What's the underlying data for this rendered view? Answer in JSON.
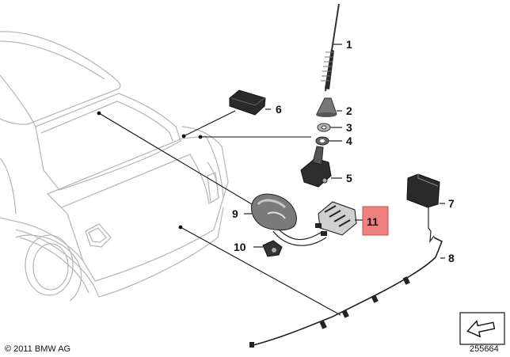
{
  "callouts": {
    "c1": "1",
    "c2": "2",
    "c3": "3",
    "c4": "4",
    "c5": "5",
    "c6": "6",
    "c7": "7",
    "c8": "8",
    "c9": "9",
    "c10": "10",
    "c11": "11"
  },
  "highlight_color": "#f08080",
  "copyright": "© 2011 BMW AG",
  "diagram_number": "255664"
}
